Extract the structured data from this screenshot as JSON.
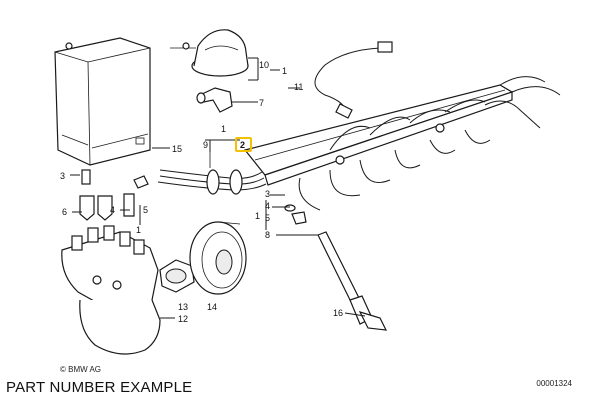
{
  "diagram": {
    "caption": "PART NUMBER EXAMPLE",
    "brand": "© BMW AG",
    "doc_number": "00001324",
    "highlighted_label": "2",
    "part_labels": {
      "l10": "10",
      "l11": "11",
      "l7": "7",
      "l1top": "1",
      "l9": "9",
      "l2": "2",
      "l15": "15",
      "l3left": "3",
      "l6": "6",
      "l4": "4",
      "l5": "5",
      "l1mid": "1",
      "l3right": "3",
      "l4right": "4",
      "l5right": "5",
      "l1right": "1",
      "l8": "8",
      "l13": "13",
      "l14": "14",
      "l12": "12",
      "l16": "16"
    }
  }
}
